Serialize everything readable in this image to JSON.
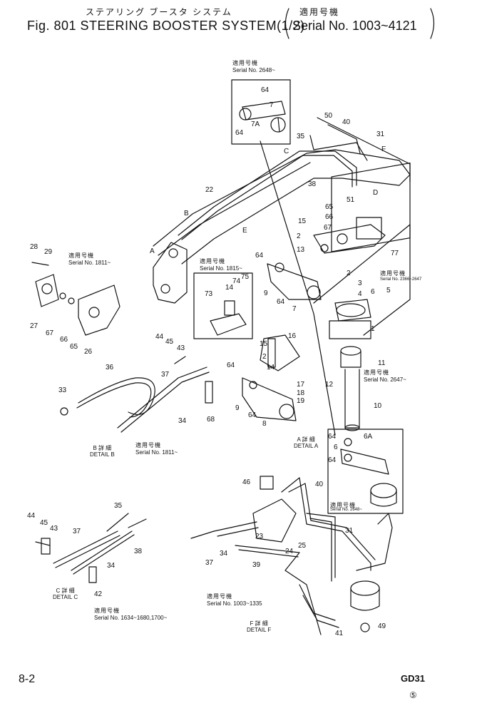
{
  "header": {
    "title_jp": "ステアリング ブースタ システム",
    "title_main": "Fig. 801  STEERING BOOSTER SYSTEM(1/2)",
    "applicable_jp": "適用号機",
    "serial_range": "Serial No. 1003~4121"
  },
  "footer": {
    "page": "8-2",
    "model": "GD31",
    "revision": "⑤"
  },
  "notes": [
    {
      "jp": "適用号機",
      "serial": "Serial No. 2648~"
    },
    {
      "jp": "適用号機",
      "serial": "Serial No. 1811~"
    },
    {
      "jp": "適用号機",
      "serial": "Serial No. 1815~"
    },
    {
      "jp": "適用号機",
      "serial": "Serial No. 2366~2647"
    },
    {
      "jp": "適用号機",
      "serial": "Serial No. 2647~"
    },
    {
      "jp": "適用号機",
      "serial": "Serial No. 1811~"
    },
    {
      "jp": "適用号機",
      "serial": "Serial No. 2648~"
    },
    {
      "jp": "適用号機",
      "serial": "Serial No. 1634~1680,1700~"
    },
    {
      "jp": "適用号機",
      "serial": "Serial No. 1003~1335"
    }
  ],
  "details": [
    {
      "jp": "B 詳 細",
      "label": "DETAIL B"
    },
    {
      "jp": "A 詳 細",
      "label": "DETAIL A"
    },
    {
      "jp": "C 詳 細",
      "label": "DETAIL C"
    },
    {
      "jp": "F 詳 細",
      "label": "DETAIL F"
    }
  ],
  "callouts": [
    "64",
    "7",
    "7A",
    "64",
    "50",
    "40",
    "31",
    "F",
    "35",
    "C",
    "38",
    "D",
    "51",
    "22",
    "B",
    "E",
    "A",
    "65",
    "66",
    "15",
    "2",
    "67",
    "13",
    "77",
    "28",
    "29",
    "64",
    "9",
    "64",
    "7",
    "73",
    "14",
    "74",
    "75",
    "2",
    "3",
    "4",
    "6",
    "5",
    "27",
    "67",
    "65",
    "66",
    "26",
    "1",
    "44",
    "45",
    "43",
    "15",
    "16",
    "2",
    "14",
    "11",
    "12",
    "36",
    "37",
    "33",
    "34",
    "68",
    "64",
    "9",
    "64",
    "8",
    "17",
    "18",
    "19",
    "10",
    "64",
    "6A",
    "6",
    "64",
    "46",
    "40",
    "35",
    "44",
    "45",
    "43",
    "37",
    "38",
    "34",
    "42",
    "23",
    "25",
    "24",
    "31",
    "37",
    "34",
    "39",
    "41",
    "49"
  ]
}
